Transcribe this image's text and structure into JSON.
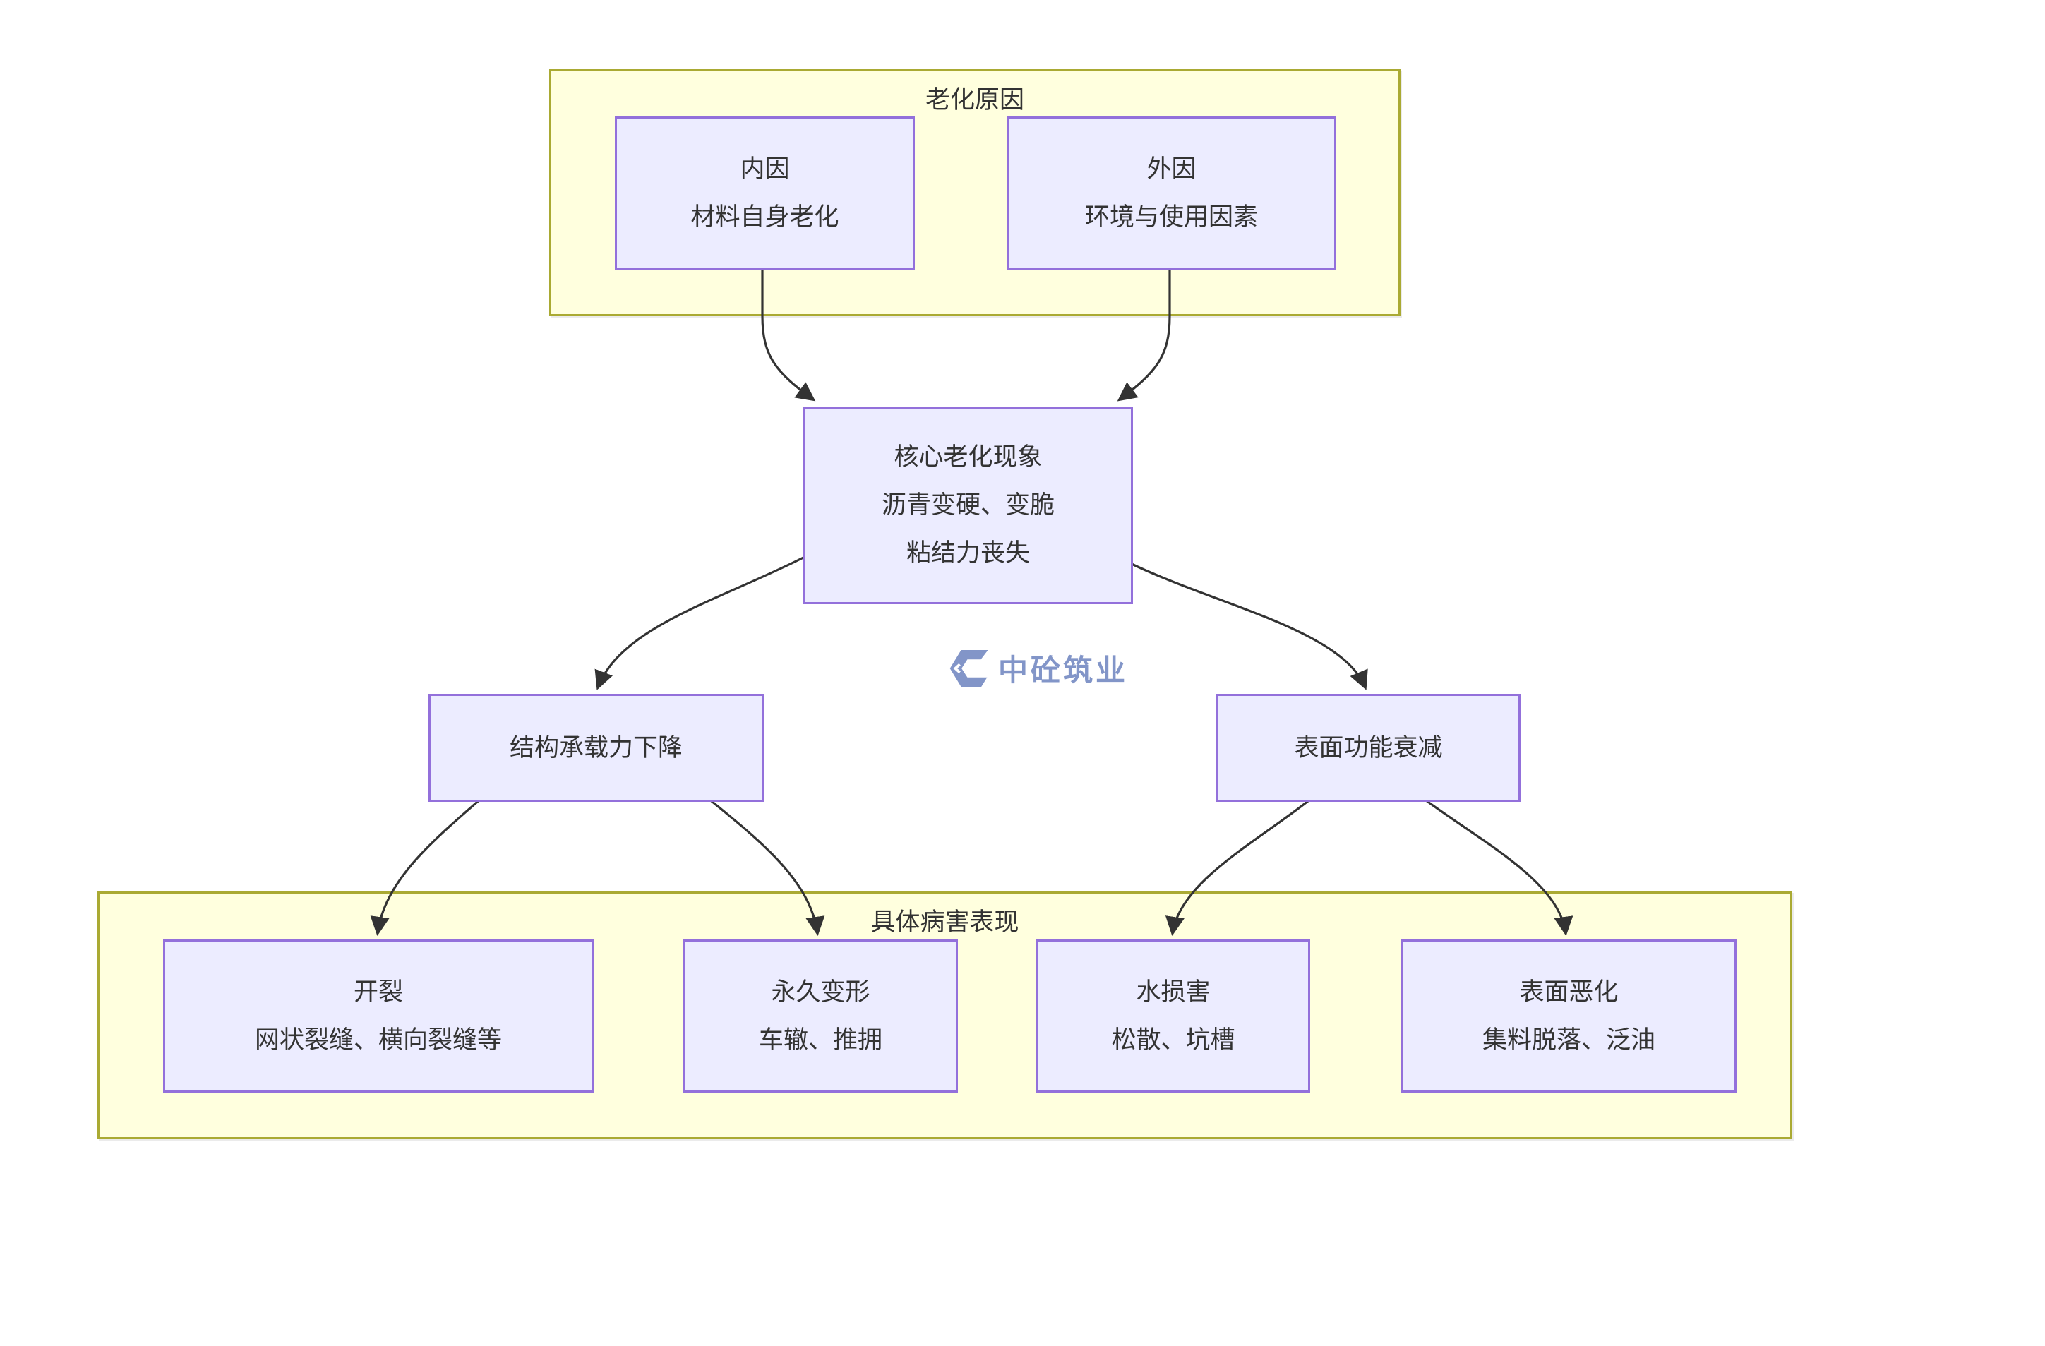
{
  "diagram": {
    "watermark": {
      "text": "中砼筑业"
    },
    "groups": {
      "causes": {
        "title": "老化原因"
      },
      "diseases": {
        "title": "具体病害表现"
      }
    },
    "nodes": {
      "internal": {
        "line1": "内因",
        "line2": "材料自身老化"
      },
      "external": {
        "line1": "外因",
        "line2": "环境与使用因素"
      },
      "core": {
        "line1": "核心老化现象",
        "line2": "沥青变硬、变脆",
        "line3": "粘结力丧失"
      },
      "structural": {
        "line1": "结构承载力下降"
      },
      "surface": {
        "line1": "表面功能衰减"
      },
      "cracking": {
        "line1": "开裂",
        "line2": "网状裂缝、横向裂缝等"
      },
      "deformation": {
        "line1": "永久变形",
        "line2": "车辙、推拥"
      },
      "water": {
        "line1": "水损害",
        "line2": "松散、坑槽"
      },
      "deterioration": {
        "line1": "表面恶化",
        "line2": "集料脱落、泛油"
      }
    },
    "edges": [
      {
        "from": "internal",
        "to": "core"
      },
      {
        "from": "external",
        "to": "core"
      },
      {
        "from": "core",
        "to": "structural"
      },
      {
        "from": "core",
        "to": "surface"
      },
      {
        "from": "structural",
        "to": "cracking"
      },
      {
        "from": "structural",
        "to": "deformation"
      },
      {
        "from": "surface",
        "to": "water"
      },
      {
        "from": "surface",
        "to": "deterioration"
      }
    ],
    "colors": {
      "container_fill": "#ffffde",
      "container_border": "#aaaa33",
      "node_fill": "#ececff",
      "node_border": "#9370db",
      "edge": "#333333",
      "text": "#333333",
      "watermark": "#8295c8"
    }
  }
}
